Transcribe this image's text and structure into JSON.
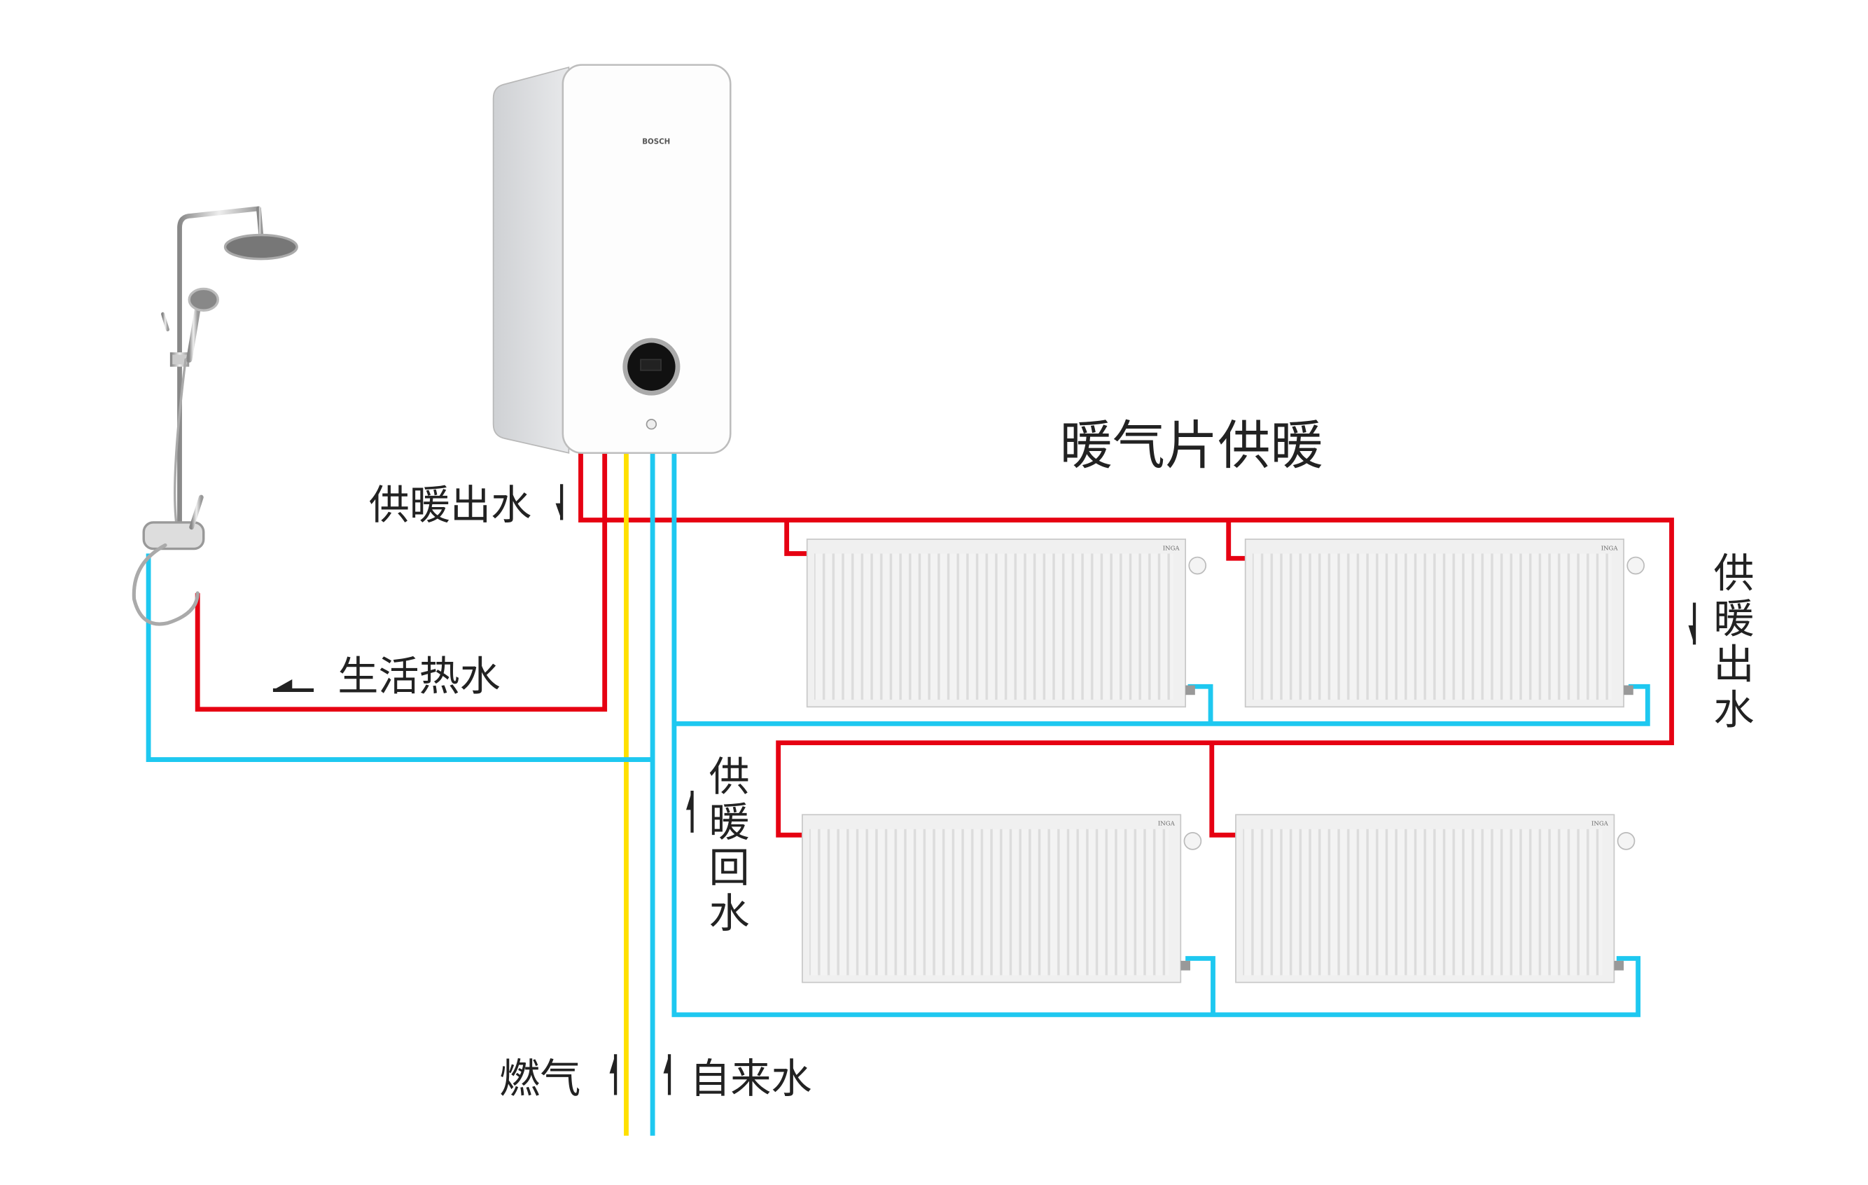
{
  "title": "暖气片供暖",
  "labels": {
    "heating_supply_left": "供暖出水",
    "domestic_hot_water": "生活热水",
    "heating_supply_right": [
      "供",
      "暖",
      "出",
      "水"
    ],
    "heating_return": [
      "供",
      "暖",
      "回",
      "水"
    ],
    "gas": "燃气",
    "tap_water": "自来水"
  },
  "boiler": {
    "brand": "BOSCH"
  },
  "radiator": {
    "brand": "INGA"
  },
  "colors": {
    "hot_pipe": "#e60012",
    "cold_pipe": "#1ec8f0",
    "gas_pipe": "#ffe000",
    "text": "#222222"
  },
  "icons": [
    "shower-icon",
    "boiler-icon",
    "radiator-icon",
    "arrow-down-icon",
    "arrow-up-icon",
    "arrow-left-icon"
  ]
}
